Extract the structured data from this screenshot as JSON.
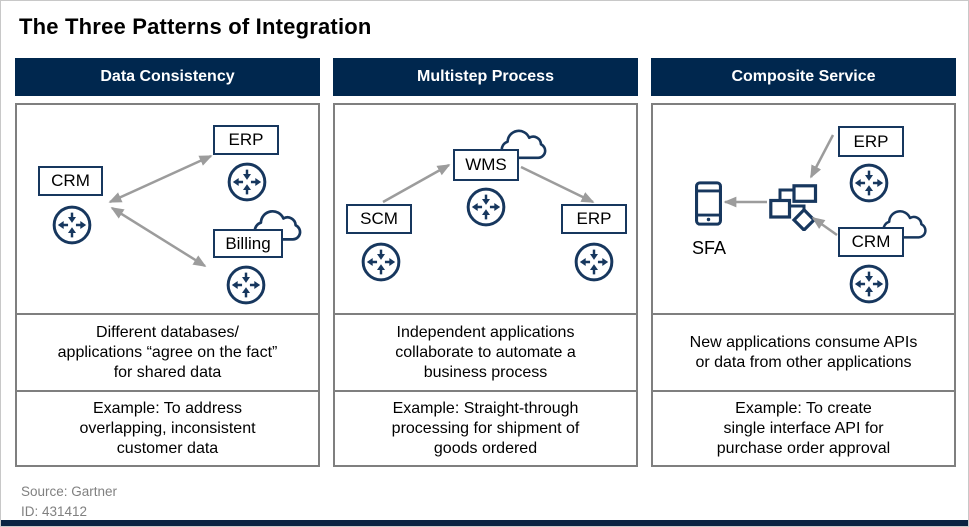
{
  "title": "The Three Patterns of Integration",
  "columns": [
    {
      "header": "Data Consistency",
      "nodes": [
        "CRM",
        "ERP",
        "Billing"
      ],
      "description": [
        "Different databases/",
        "applications “agree on the fact”",
        "for shared data"
      ],
      "example": [
        "Example: To address",
        "overlapping, inconsistent",
        "customer data"
      ]
    },
    {
      "header": "Multistep Process",
      "nodes": [
        "SCM",
        "WMS",
        "ERP"
      ],
      "description": [
        "Independent applications",
        "collaborate to automate a",
        "business process"
      ],
      "example": [
        "Example: Straight-through",
        "processing for shipment of",
        "goods ordered"
      ]
    },
    {
      "header": "Composite Service",
      "nodes": [
        "ERP",
        "CRM",
        "SFA"
      ],
      "description": [
        "New applications consume APIs",
        "or data from other applications"
      ],
      "example": [
        "Example: To create",
        "single interface API for",
        "purchase order approval"
      ]
    }
  ],
  "footer": {
    "source": "Source: Gartner",
    "id": "ID: 431412"
  },
  "icons": {
    "router": "integration-app-icon",
    "cloud": "cloud-icon",
    "phone": "smartphone-icon",
    "workflow": "api-workflow-icon",
    "arrow": "gray-connector-arrow"
  },
  "colors": {
    "header_navy": "#00274e",
    "icon_navy": "#17375e",
    "arrow_gray": "#9c9c9c",
    "border_gray": "#7f7f7f",
    "footer_gray": "#808080"
  }
}
